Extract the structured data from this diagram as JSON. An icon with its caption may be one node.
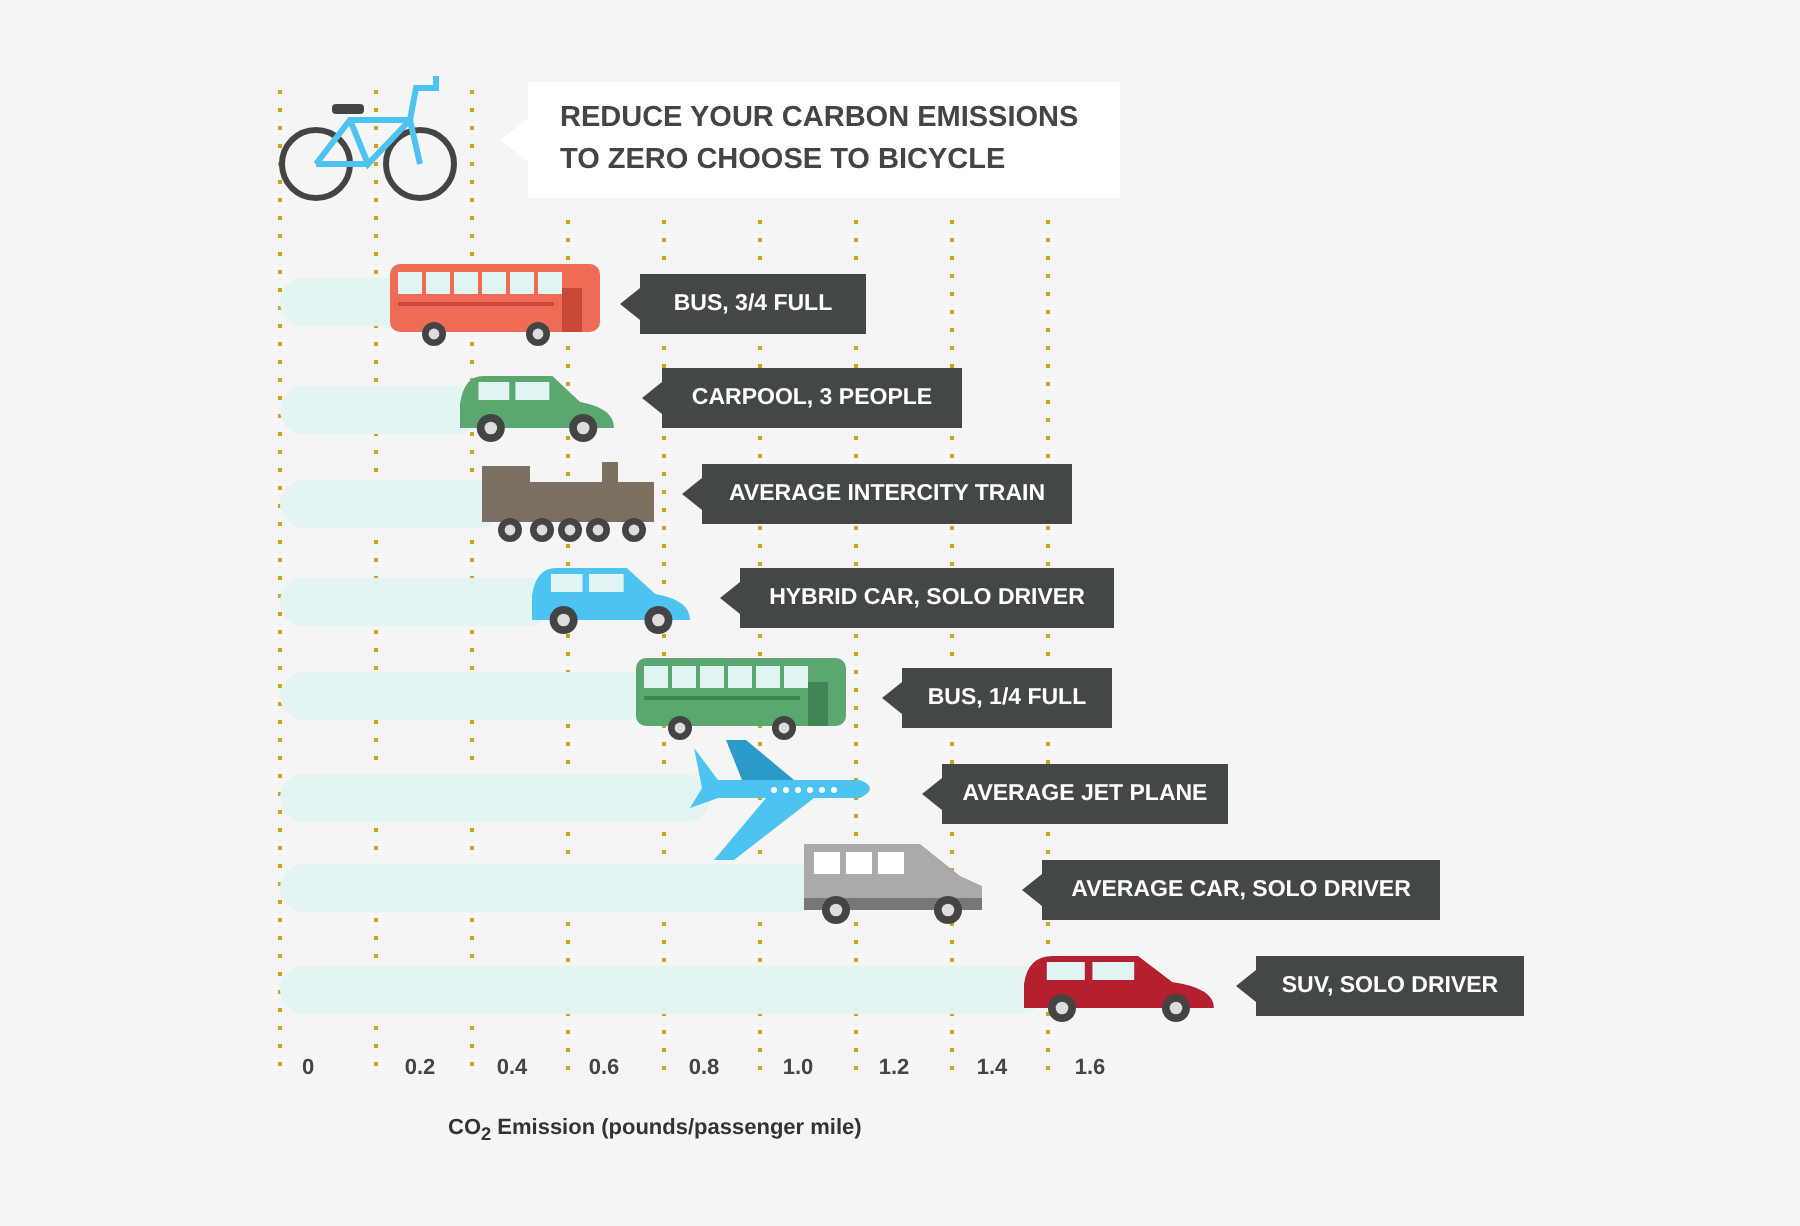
{
  "diagram": {
    "nodes": [
      {
        "text": [
          "REDUCE YOUR CARBON EMISSIONS TO ZERO CHOOSE TO BICYCLE"
        ]
      },
      {
        "text": [
          "BUS, 3/4 FULL"
        ]
      },
      {
        "text": [
          "CARPOOL, 3 PEOPLE"
        ]
      },
      {
        "text": [
          "AVERAGE INTERCITY TRAIN"
        ]
      },
      {
        "text": [
          "HYBRID CAR, SOLO DRIVER"
        ]
      },
      {
        "text": [
          "BUS, 1/4 FULL"
        ]
      },
      {
        "text": [
          "AVERAGE JET PLANE"
        ]
      },
      {
        "text": [
          "AVERAGE CAR, SOLO DRIVER"
        ]
      },
      {
        "text": [
          "SUV, SOLO DRIVER"
        ]
      }
    ],
    "labels": [
      "0",
      "0.2",
      "0.4",
      "0.6",
      "0.8",
      "1.0",
      "1.2",
      "1.4",
      "1.6",
      "CO$_{2}$ Emission (pounds/passenger mile)"
    ]
  }
}
